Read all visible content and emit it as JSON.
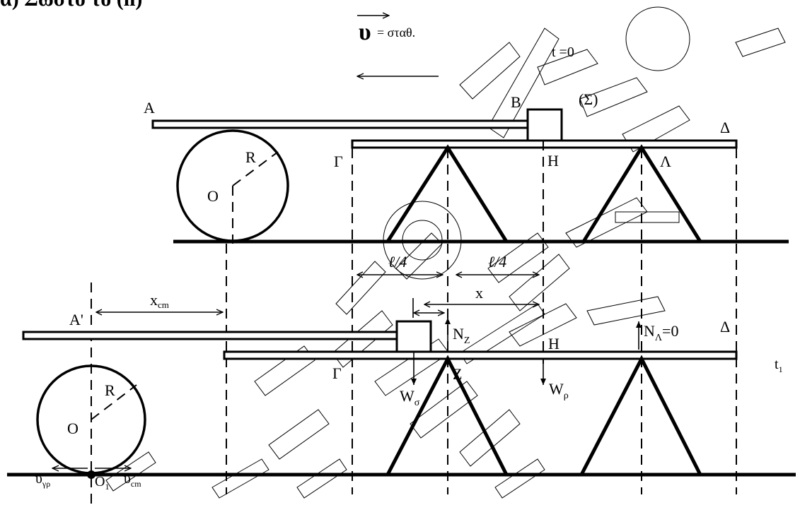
{
  "header": {
    "title_partial": "α) Σωστό το (ii)"
  },
  "top_scene": {
    "velocity_symbol": "υ",
    "velocity_note": "= σταθ.",
    "time_label": "t =0",
    "label_A": "A",
    "label_B": "B",
    "label_sigma": "(Σ)",
    "label_delta": "Δ",
    "label_gamma": "Γ",
    "label_H": "H",
    "label_lambda": "Λ",
    "label_R": "R",
    "label_O": "O"
  },
  "dimensions": {
    "quarter_left": "ℓ/4",
    "quarter_right": "ℓ/4",
    "x_label": "x",
    "xcm_label": "x",
    "xcm_sub": "cm"
  },
  "bottom_scene": {
    "label_A_prime": "A'",
    "label_delta": "Δ",
    "label_gamma": "Γ",
    "label_H": "H",
    "label_Z": "Z",
    "label_R": "R",
    "label_O": "O",
    "label_O1": "O",
    "label_O1_sub": "1",
    "time_label": "t",
    "time_sub": "1",
    "N_Z": "N",
    "N_Z_sub": "Z",
    "N_L": "N",
    "N_L_sub": "Λ",
    "N_L_value": "=0",
    "W_sigma": "W",
    "W_sigma_sub": "σ",
    "W_rho": "W",
    "W_rho_sub": "ρ",
    "v_gr": "υ",
    "v_gr_sub": "γρ",
    "v_cm": "υ",
    "v_cm_sub": "cm"
  }
}
